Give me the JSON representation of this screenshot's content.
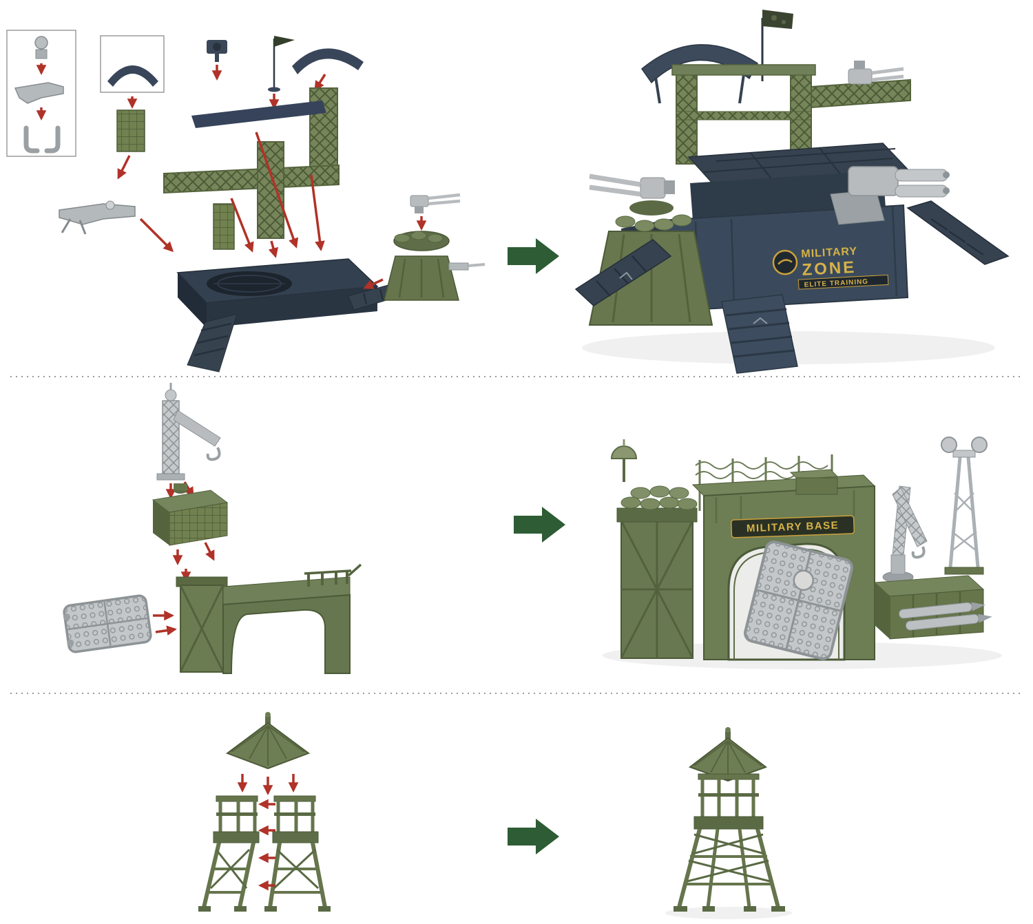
{
  "image_background": "#ffffff",
  "colors": {
    "arrow_green": "#2d5c35",
    "arrow_red": "#b03228",
    "army_green": "#6b7b52",
    "navy_blue": "#3a4a5c",
    "silver": "#b9bdc0",
    "gold_text": "#d7b247"
  },
  "steps": [
    {
      "assembled": {
        "label_line1": "MILITARY",
        "label_line2": "ZONE",
        "label_line3": "ELITE TRAINING"
      }
    },
    {
      "assembled": {
        "banner": "MILITARY BASE"
      }
    },
    {
      "assembled": {}
    }
  ]
}
